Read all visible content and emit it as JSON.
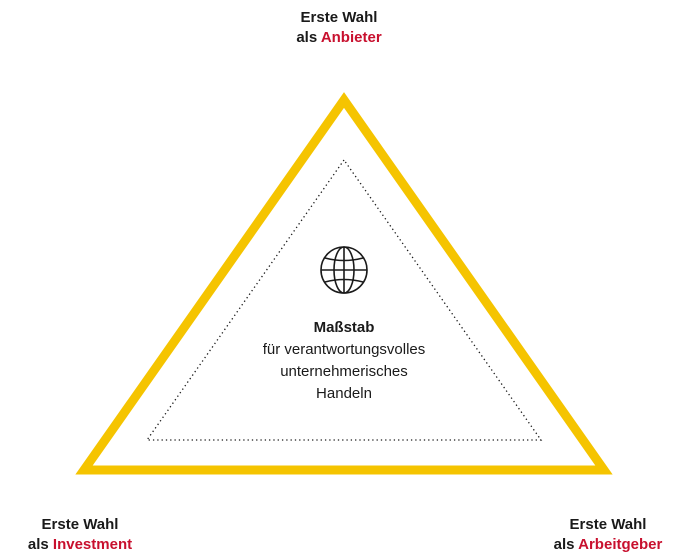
{
  "corners": {
    "top": {
      "line1": "Erste Wahl",
      "prefix": "als ",
      "accent": "Anbieter"
    },
    "left": {
      "line1": "Erste Wahl",
      "prefix": "als ",
      "accent": "Investment"
    },
    "right": {
      "line1": "Erste Wahl",
      "prefix": "als ",
      "accent": "Arbeitgeber"
    }
  },
  "center": {
    "icon": "globe-icon",
    "title": "Maßstab",
    "lines": [
      "für verantwortungsvolles",
      "unternehmerisches",
      "Handeln"
    ]
  },
  "colors": {
    "triangle": "#f5c400",
    "accent": "#c8102e",
    "text": "#1a1a1a"
  }
}
